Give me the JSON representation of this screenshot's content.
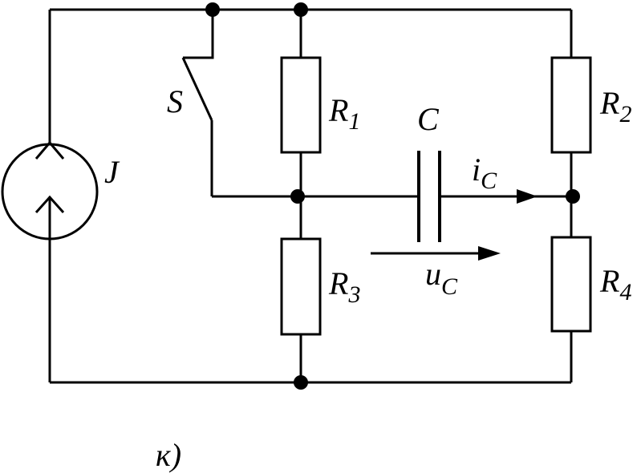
{
  "labels": {
    "switch": "S",
    "source": "J",
    "capacitor": "C",
    "r1": {
      "main": "R",
      "sub": "1"
    },
    "r2": {
      "main": "R",
      "sub": "2"
    },
    "r3": {
      "main": "R",
      "sub": "3"
    },
    "r4": {
      "main": "R",
      "sub": "4"
    },
    "current": {
      "main": "i",
      "sub": "C"
    },
    "voltage": {
      "main": "u",
      "sub": "C"
    },
    "figure_tag": "к)"
  }
}
